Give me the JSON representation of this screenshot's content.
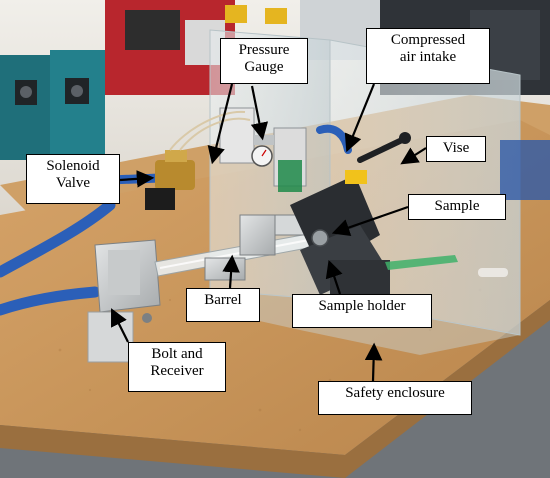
{
  "figure": {
    "labels": {
      "pressure_gauge": "Pressure\nGauge",
      "compressed_air_intake": "Compressed\nair intake",
      "solenoid_valve": "Solenoid\nValve",
      "vise": "Vise",
      "sample": "Sample",
      "barrel": "Barrel",
      "sample_holder": "Sample holder",
      "bolt_and_receiver": "Bolt and\nReceiver",
      "safety_enclosure": "Safety enclosure"
    },
    "colors": {
      "label_background": "#ffffff",
      "label_border": "#000000",
      "arrow": "#000000",
      "workbench_wood": "#c8955a",
      "blue_hose": "#2b5fb8",
      "acrylic_enclosure": "#d9e2e6",
      "shop_wall": "#e9e6df",
      "floor": "#6f7479"
    }
  }
}
